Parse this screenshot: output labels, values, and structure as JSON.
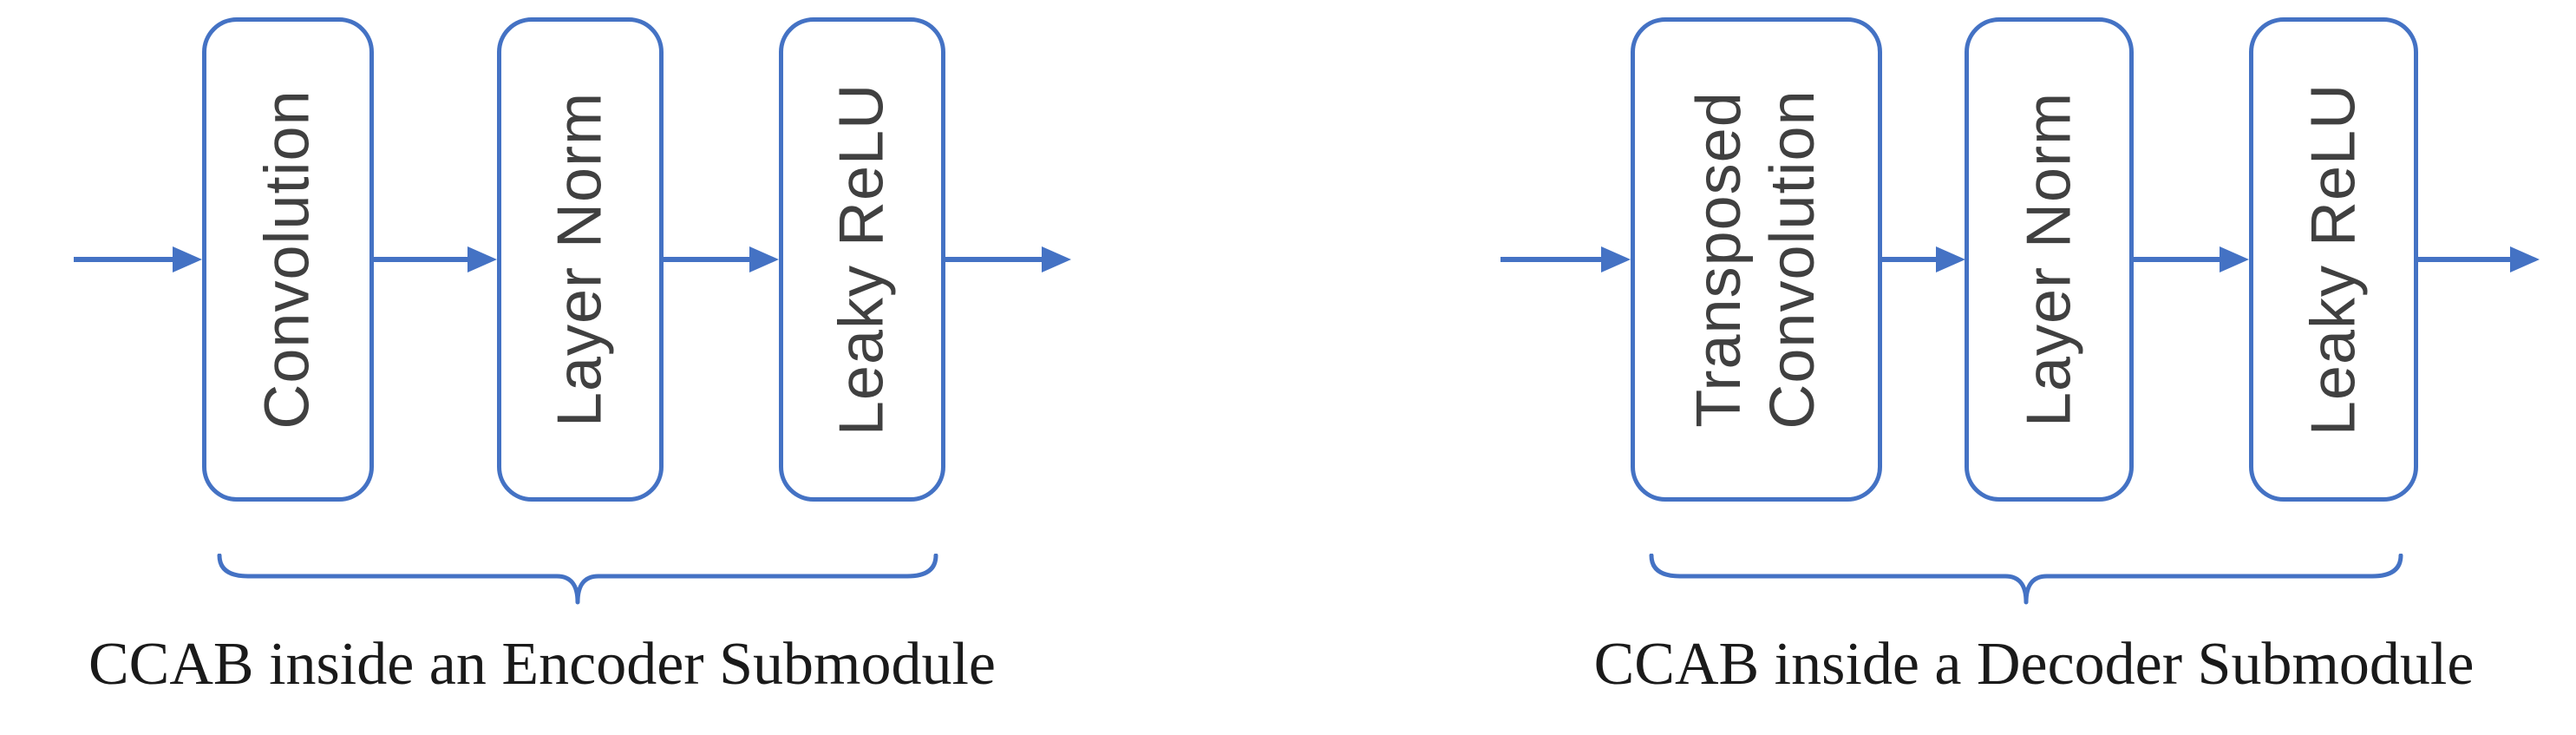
{
  "colors": {
    "accent": "#4472C4",
    "box_text": "#404040",
    "caption_text": "#1a1a1a"
  },
  "icons": {
    "flow_arrow": "right-arrow",
    "grouping": "horizontal-curly-brace-down"
  },
  "diagrams": [
    {
      "id": "encoder",
      "caption": "CCAB inside an Encoder Submodule",
      "boxes": [
        {
          "label": "Convolution"
        },
        {
          "label": "Layer Norm"
        },
        {
          "label": "Leaky ReLU"
        }
      ]
    },
    {
      "id": "decoder",
      "caption": "CCAB inside a Decoder Submodule",
      "boxes": [
        {
          "label": "Transposed\nConvolution"
        },
        {
          "label": "Layer Norm"
        },
        {
          "label": "Leaky ReLU"
        }
      ]
    }
  ]
}
